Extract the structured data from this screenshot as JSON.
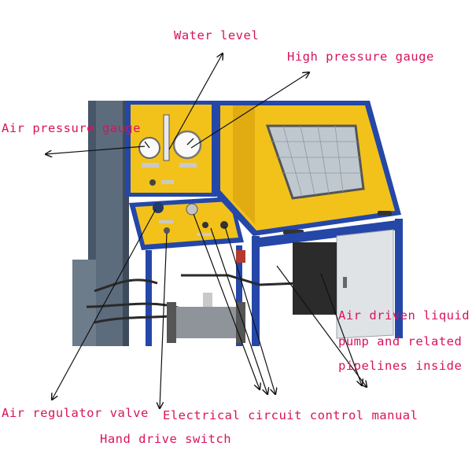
{
  "colors": {
    "label": "#d8135c",
    "frame_blue": "#2447a8",
    "panel_yellow": "#f2c21b",
    "cabinet_grey": "#5c6c7c",
    "door_grey": "#dfe3e6",
    "arrow": "#111111"
  },
  "labels": {
    "water_level": "Water level",
    "high_pressure_gauge": "High pressure gauge",
    "air_pressure_gauge": "Air pressure gauge",
    "air_driven_pump_1": "Air driven liquid",
    "air_driven_pump_2": "pump and related",
    "air_driven_pump_3": "pipelines inside",
    "air_regulator_valve": "Air regulator valve",
    "electrical_circuit_control_manual": "Electrical circuit control manual",
    "hand_drive_switch": "Hand drive switch"
  }
}
